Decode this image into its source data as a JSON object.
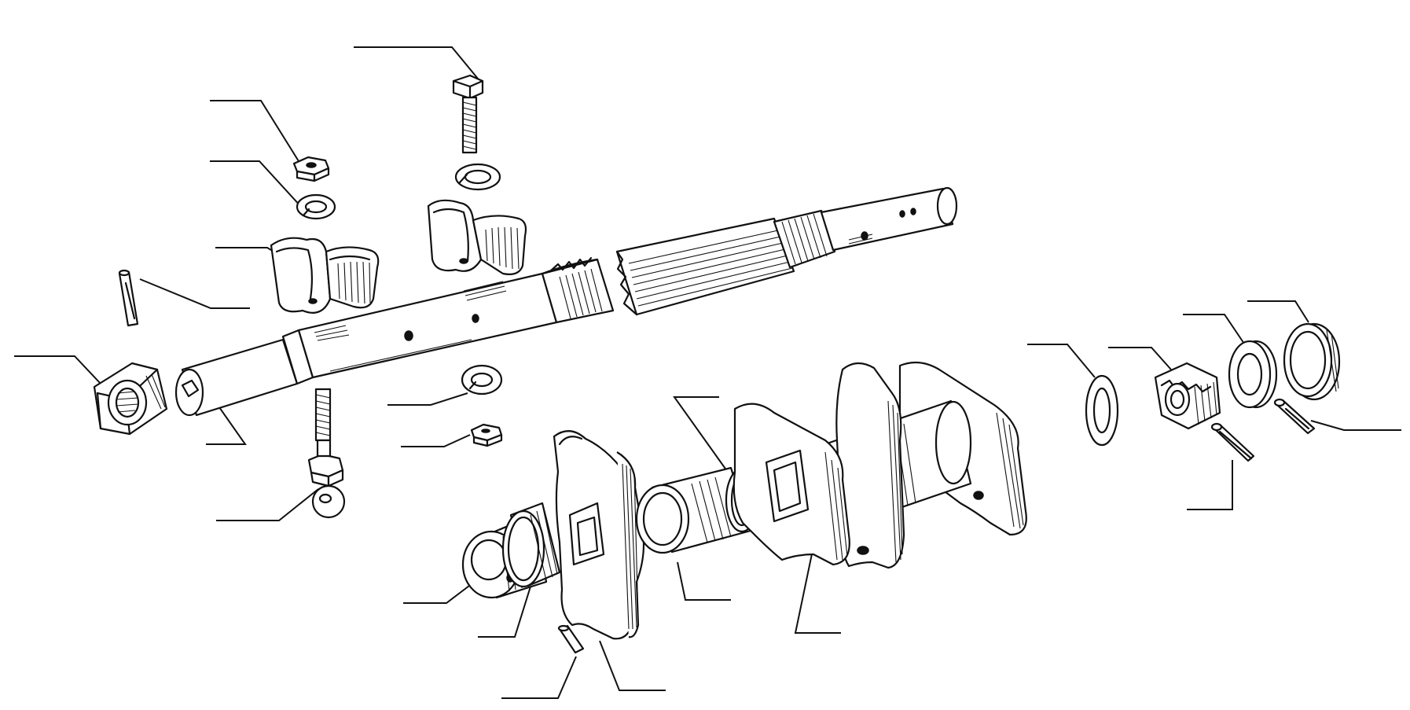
{
  "figure": {
    "background": "#ffffff",
    "ink": "#111111",
    "callout_labels": []
  },
  "parts": [
    {
      "id": "large-hex-nut"
    },
    {
      "id": "roll-pin-left"
    },
    {
      "id": "main-shaft"
    },
    {
      "id": "clamp-bracket-left"
    },
    {
      "id": "clamp-bracket-right"
    },
    {
      "id": "hex-bolt"
    },
    {
      "id": "lock-washer"
    },
    {
      "id": "small-hex-nut"
    },
    {
      "id": "ball-stud"
    },
    {
      "id": "splined-shaft"
    },
    {
      "id": "collar"
    },
    {
      "id": "o-ring"
    },
    {
      "id": "lever-plate-front"
    },
    {
      "id": "spring-pin"
    },
    {
      "id": "bushing"
    },
    {
      "id": "bellcrank-assembly"
    },
    {
      "id": "flat-washer"
    },
    {
      "id": "castle-nut"
    },
    {
      "id": "cotter-pin"
    },
    {
      "id": "thick-washer"
    },
    {
      "id": "end-ring"
    },
    {
      "id": "taper-pin"
    }
  ]
}
